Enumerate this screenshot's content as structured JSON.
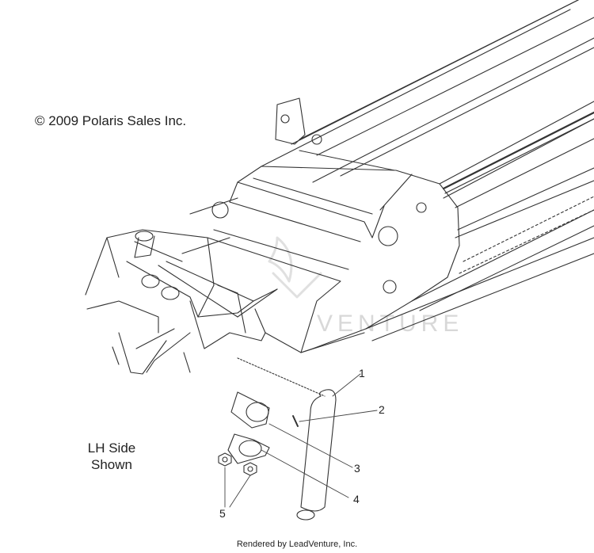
{
  "copyright": "© 2009 Polaris Sales Inc.",
  "side_label": {
    "line1": "LH Side",
    "line2": "Shown"
  },
  "watermark": "VENTURE",
  "callouts": [
    "1",
    "2",
    "3",
    "4",
    "5"
  ],
  "footer": "Rendered by LeadVenture, Inc.",
  "colors": {
    "line": "#333333",
    "watermark": "#d8d8d8"
  }
}
